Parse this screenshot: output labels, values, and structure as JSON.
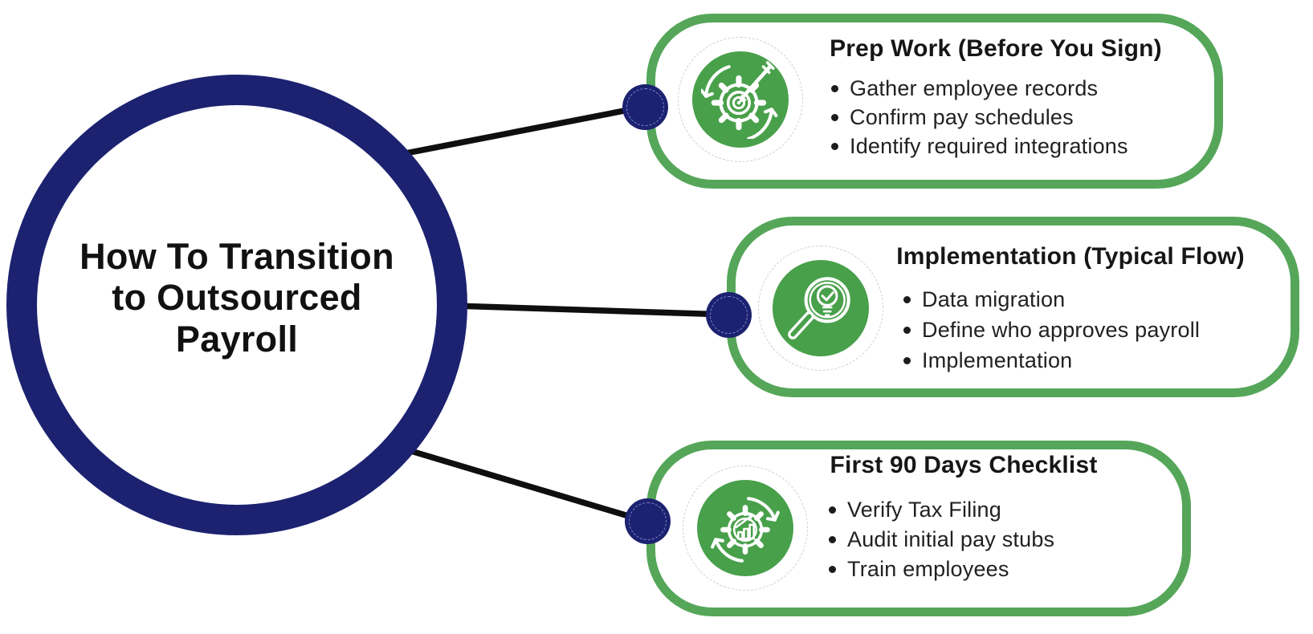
{
  "colors": {
    "navy": "#1c2270",
    "green_border": "#55a659",
    "green_fill": "#49a04b",
    "text": "#161616",
    "connector_line": "#0f0f0f"
  },
  "center": {
    "title": "How To Transition to Outsourced Payroll",
    "title_lines": [
      "How To Transition",
      "to Outsourced",
      "Payroll"
    ]
  },
  "cards": [
    {
      "title": "Prep Work (Before You Sign)",
      "icon": "target-gear-arrow-icon",
      "bullets": [
        "Gather employee records",
        "Confirm pay schedules",
        "Identify required integrations"
      ]
    },
    {
      "title": "Implementation (Typical Flow)",
      "icon": "magnifier-lightbulb-icon",
      "bullets": [
        "Data migration",
        "Define who approves payroll",
        "Implementation"
      ]
    },
    {
      "title": "First 90 Days Checklist",
      "icon": "gear-growth-chart-icon",
      "bullets": [
        "Verify Tax Filing",
        "Audit initial pay stubs",
        "Train employees"
      ]
    }
  ]
}
